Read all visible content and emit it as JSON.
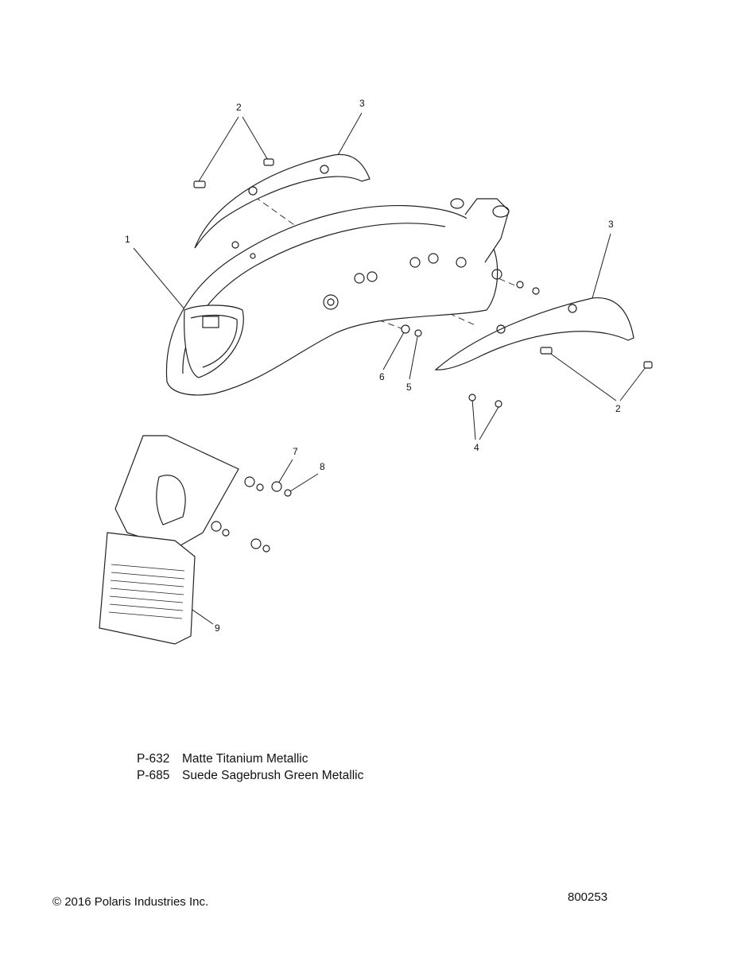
{
  "callouts": [
    {
      "label": "2"
    },
    {
      "label": "3"
    },
    {
      "label": "1"
    },
    {
      "label": "3"
    },
    {
      "label": "2"
    },
    {
      "label": "6"
    },
    {
      "label": "5"
    },
    {
      "label": "4"
    },
    {
      "label": "7"
    },
    {
      "label": "8"
    },
    {
      "label": "9"
    }
  ],
  "legend": [
    {
      "code": "P-632",
      "name": "Matte Titanium Metallic"
    },
    {
      "code": "P-685",
      "name": "Suede Sagebrush Green Metallic"
    }
  ],
  "footer": {
    "copyright": "© 2016 Polaris Industries Inc.",
    "diagram_number": "800253"
  }
}
